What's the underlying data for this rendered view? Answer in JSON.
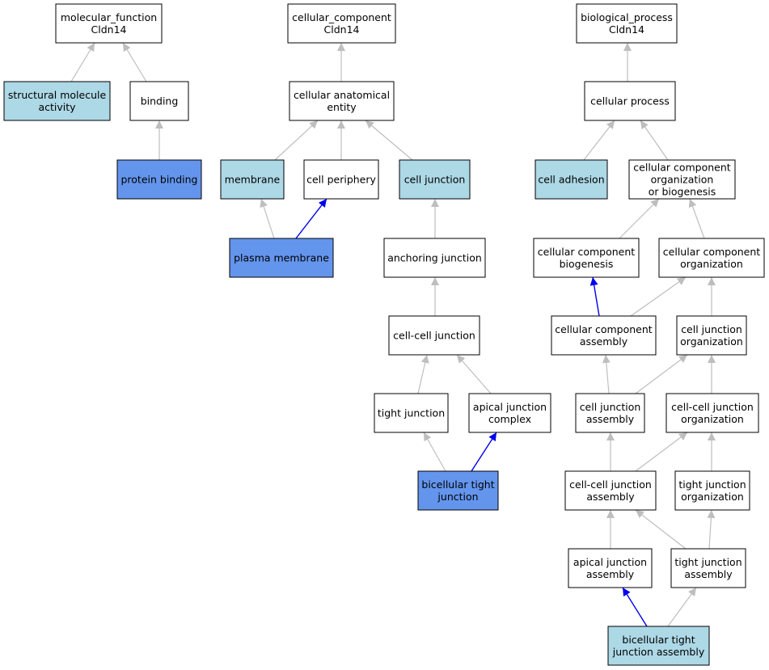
{
  "colors": {
    "selected": "#6495ED",
    "annotated": "#ADD8E6",
    "plain": "#FFFFFF",
    "edge_default": "#BEBEBE",
    "edge_highlight": "#0000EE",
    "border": "#000000"
  },
  "nodes": [
    {
      "id": "mf_root",
      "lines": [
        "molecular_function",
        "Cldn14"
      ],
      "style": "plain"
    },
    {
      "id": "structural_molecule_activity",
      "lines": [
        "structural molecule",
        "activity"
      ],
      "style": "annotated"
    },
    {
      "id": "binding",
      "lines": [
        "binding"
      ],
      "style": "plain"
    },
    {
      "id": "protein_binding",
      "lines": [
        "protein binding"
      ],
      "style": "selected"
    },
    {
      "id": "cc_root",
      "lines": [
        "cellular_component",
        "Cldn14"
      ],
      "style": "plain"
    },
    {
      "id": "cellular_anatomical_entity",
      "lines": [
        "cellular anatomical",
        "entity"
      ],
      "style": "plain"
    },
    {
      "id": "membrane",
      "lines": [
        "membrane"
      ],
      "style": "annotated"
    },
    {
      "id": "cell_periphery",
      "lines": [
        "cell periphery"
      ],
      "style": "plain"
    },
    {
      "id": "cell_junction",
      "lines": [
        "cell junction"
      ],
      "style": "annotated"
    },
    {
      "id": "plasma_membrane",
      "lines": [
        "plasma membrane"
      ],
      "style": "selected"
    },
    {
      "id": "anchoring_junction",
      "lines": [
        "anchoring junction"
      ],
      "style": "plain"
    },
    {
      "id": "cell_cell_junction",
      "lines": [
        "cell-cell junction"
      ],
      "style": "plain"
    },
    {
      "id": "tight_junction",
      "lines": [
        "tight junction"
      ],
      "style": "plain"
    },
    {
      "id": "apical_junction_complex",
      "lines": [
        "apical junction",
        "complex"
      ],
      "style": "plain"
    },
    {
      "id": "bicellular_tight_junction",
      "lines": [
        "bicellular tight",
        "junction"
      ],
      "style": "selected"
    },
    {
      "id": "bp_root",
      "lines": [
        "biological_process",
        "Cldn14"
      ],
      "style": "plain"
    },
    {
      "id": "cellular_process",
      "lines": [
        "cellular process"
      ],
      "style": "plain"
    },
    {
      "id": "cell_adhesion",
      "lines": [
        "cell adhesion"
      ],
      "style": "annotated"
    },
    {
      "id": "cc_org_or_biogenesis",
      "lines": [
        "cellular component",
        "organization",
        "or biogenesis"
      ],
      "style": "plain"
    },
    {
      "id": "cc_biogenesis",
      "lines": [
        "cellular component",
        "biogenesis"
      ],
      "style": "plain"
    },
    {
      "id": "cc_organization",
      "lines": [
        "cellular component",
        "organization"
      ],
      "style": "plain"
    },
    {
      "id": "cc_assembly",
      "lines": [
        "cellular component",
        "assembly"
      ],
      "style": "plain"
    },
    {
      "id": "cell_junction_organization",
      "lines": [
        "cell junction",
        "organization"
      ],
      "style": "plain"
    },
    {
      "id": "cell_junction_assembly",
      "lines": [
        "cell junction",
        "assembly"
      ],
      "style": "plain"
    },
    {
      "id": "cell_cell_junction_organization",
      "lines": [
        "cell-cell junction",
        "organization"
      ],
      "style": "plain"
    },
    {
      "id": "cell_cell_junction_assembly",
      "lines": [
        "cell-cell junction",
        "assembly"
      ],
      "style": "plain"
    },
    {
      "id": "tight_junction_organization",
      "lines": [
        "tight junction",
        "organization"
      ],
      "style": "plain"
    },
    {
      "id": "apical_junction_assembly",
      "lines": [
        "apical junction",
        "assembly"
      ],
      "style": "plain"
    },
    {
      "id": "tight_junction_assembly",
      "lines": [
        "tight junction",
        "assembly"
      ],
      "style": "plain"
    },
    {
      "id": "bicellular_tight_junction_assembly",
      "lines": [
        "bicellular tight",
        "junction assembly"
      ],
      "style": "annotated"
    }
  ],
  "edges": [
    {
      "from": "structural_molecule_activity",
      "to": "mf_root",
      "highlight": false
    },
    {
      "from": "binding",
      "to": "mf_root",
      "highlight": false
    },
    {
      "from": "protein_binding",
      "to": "binding",
      "highlight": false
    },
    {
      "from": "cellular_anatomical_entity",
      "to": "cc_root",
      "highlight": false
    },
    {
      "from": "membrane",
      "to": "cellular_anatomical_entity",
      "highlight": false
    },
    {
      "from": "cell_periphery",
      "to": "cellular_anatomical_entity",
      "highlight": false
    },
    {
      "from": "cell_junction",
      "to": "cellular_anatomical_entity",
      "highlight": false
    },
    {
      "from": "plasma_membrane",
      "to": "membrane",
      "highlight": false
    },
    {
      "from": "plasma_membrane",
      "to": "cell_periphery",
      "highlight": true
    },
    {
      "from": "anchoring_junction",
      "to": "cell_junction",
      "highlight": false
    },
    {
      "from": "cell_cell_junction",
      "to": "anchoring_junction",
      "highlight": false
    },
    {
      "from": "tight_junction",
      "to": "cell_cell_junction",
      "highlight": false
    },
    {
      "from": "apical_junction_complex",
      "to": "cell_cell_junction",
      "highlight": false
    },
    {
      "from": "bicellular_tight_junction",
      "to": "tight_junction",
      "highlight": false
    },
    {
      "from": "bicellular_tight_junction",
      "to": "apical_junction_complex",
      "highlight": true
    },
    {
      "from": "cellular_process",
      "to": "bp_root",
      "highlight": false
    },
    {
      "from": "cell_adhesion",
      "to": "cellular_process",
      "highlight": false
    },
    {
      "from": "cc_org_or_biogenesis",
      "to": "cellular_process",
      "highlight": false
    },
    {
      "from": "cc_biogenesis",
      "to": "cc_org_or_biogenesis",
      "highlight": false
    },
    {
      "from": "cc_organization",
      "to": "cc_org_or_biogenesis",
      "highlight": false
    },
    {
      "from": "cc_assembly",
      "to": "cc_biogenesis",
      "highlight": true
    },
    {
      "from": "cc_assembly",
      "to": "cc_organization",
      "highlight": false
    },
    {
      "from": "cell_junction_organization",
      "to": "cc_organization",
      "highlight": false
    },
    {
      "from": "cell_junction_assembly",
      "to": "cc_assembly",
      "highlight": false
    },
    {
      "from": "cell_junction_assembly",
      "to": "cell_junction_organization",
      "highlight": false
    },
    {
      "from": "cell_cell_junction_organization",
      "to": "cell_junction_organization",
      "highlight": false
    },
    {
      "from": "cell_cell_junction_assembly",
      "to": "cell_junction_assembly",
      "highlight": false
    },
    {
      "from": "cell_cell_junction_assembly",
      "to": "cell_cell_junction_organization",
      "highlight": false
    },
    {
      "from": "tight_junction_organization",
      "to": "cell_cell_junction_organization",
      "highlight": false
    },
    {
      "from": "apical_junction_assembly",
      "to": "cell_cell_junction_assembly",
      "highlight": false
    },
    {
      "from": "tight_junction_assembly",
      "to": "cell_cell_junction_assembly",
      "highlight": false
    },
    {
      "from": "tight_junction_assembly",
      "to": "tight_junction_organization",
      "highlight": false
    },
    {
      "from": "bicellular_tight_junction_assembly",
      "to": "apical_junction_assembly",
      "highlight": true
    },
    {
      "from": "bicellular_tight_junction_assembly",
      "to": "tight_junction_assembly",
      "highlight": false
    }
  ]
}
